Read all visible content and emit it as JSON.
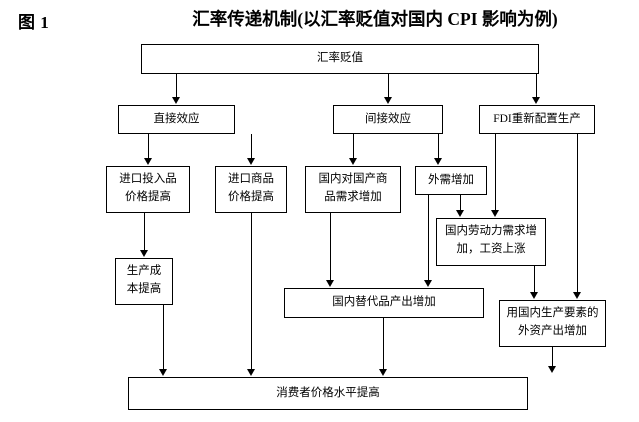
{
  "figure": {
    "label": "图 1",
    "title": "汇率传递机制(以汇率贬值对国内 CPI 影响为例)"
  },
  "nodes": {
    "root": "汇率贬值",
    "direct_effect": "直接效应",
    "indirect_effect": "间接效应",
    "fdi_reallocation": "FDI重新配置生产",
    "import_input_price": "进口投入品\n价格提高",
    "import_input_price_line1": "进口投入品",
    "import_input_price_line2": "价格提高",
    "import_goods_price_line1": "进口商品",
    "import_goods_price_line2": "价格提高",
    "domestic_demand_line1": "国内对国产商",
    "domestic_demand_line2": "品需求增加",
    "foreign_demand": "外需增加",
    "labor_demand_line1": "国内劳动力需求增",
    "labor_demand_line2": "加，工资上涨",
    "production_cost_line1": "生产成",
    "production_cost_line2": "本提高",
    "substitute_output": "国内替代品产出增加",
    "fdi_output_line1": "用国内生产要素的",
    "fdi_output_line2": "外资产出增加",
    "cpi": "消费者价格水平提高"
  },
  "colors": {
    "stroke": "#000000",
    "fill": "#ffffff",
    "text": "#000000"
  },
  "chart_data": {
    "type": "diagram",
    "title": "汇率传递机制(以汇率贬值对国内 CPI 影响为例)",
    "nodes": [
      {
        "id": "root",
        "label": "汇率贬值",
        "level": 0
      },
      {
        "id": "direct_effect",
        "label": "直接效应",
        "level": 1
      },
      {
        "id": "indirect_effect",
        "label": "间接效应",
        "level": 1
      },
      {
        "id": "fdi_reallocation",
        "label": "FDI重新配置生产",
        "level": 1
      },
      {
        "id": "import_input_price",
        "label": "进口投入品价格提高",
        "level": 2
      },
      {
        "id": "import_goods_price",
        "label": "进口商品价格提高",
        "level": 2
      },
      {
        "id": "domestic_demand",
        "label": "国内对国产商品需求增加",
        "level": 2
      },
      {
        "id": "foreign_demand",
        "label": "外需增加",
        "level": 2
      },
      {
        "id": "labor_demand",
        "label": "国内劳动力需求增加，工资上涨",
        "level": 3
      },
      {
        "id": "production_cost",
        "label": "生产成本提高",
        "level": 3
      },
      {
        "id": "substitute_output",
        "label": "国内替代品产出增加",
        "level": 4
      },
      {
        "id": "fdi_output",
        "label": "用国内生产要素的外资产出增加",
        "level": 4
      },
      {
        "id": "cpi",
        "label": "消费者价格水平提高",
        "level": 5
      }
    ],
    "edges": [
      {
        "from": "root",
        "to": "direct_effect"
      },
      {
        "from": "root",
        "to": "indirect_effect"
      },
      {
        "from": "root",
        "to": "fdi_reallocation"
      },
      {
        "from": "direct_effect",
        "to": "import_input_price"
      },
      {
        "from": "direct_effect",
        "to": "import_goods_price"
      },
      {
        "from": "indirect_effect",
        "to": "domestic_demand"
      },
      {
        "from": "indirect_effect",
        "to": "foreign_demand"
      },
      {
        "from": "fdi_reallocation",
        "to": "labor_demand"
      },
      {
        "from": "fdi_reallocation",
        "to": "fdi_output"
      },
      {
        "from": "import_input_price",
        "to": "production_cost"
      },
      {
        "from": "import_goods_price",
        "to": "cpi"
      },
      {
        "from": "domestic_demand",
        "to": "substitute_output"
      },
      {
        "from": "foreign_demand",
        "to": "substitute_output"
      },
      {
        "from": "foreign_demand",
        "to": "labor_demand"
      },
      {
        "from": "labor_demand",
        "to": "fdi_output"
      },
      {
        "from": "production_cost",
        "to": "cpi"
      },
      {
        "from": "substitute_output",
        "to": "cpi"
      },
      {
        "from": "fdi_output",
        "to": "cpi"
      }
    ]
  }
}
